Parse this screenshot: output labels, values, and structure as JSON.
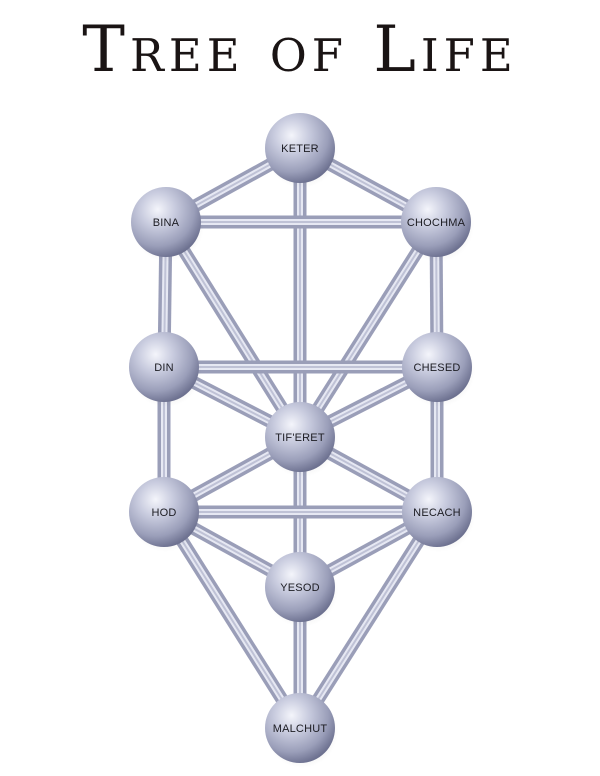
{
  "title": "Tree of Life",
  "nodes": [
    {
      "id": "keter",
      "label": "KETER"
    },
    {
      "id": "bina",
      "label": "BINA"
    },
    {
      "id": "chochma",
      "label": "CHOCHMA"
    },
    {
      "id": "din",
      "label": "DIN"
    },
    {
      "id": "chesed",
      "label": "CHESED"
    },
    {
      "id": "tiferet",
      "label": "TIF'ERET"
    },
    {
      "id": "hod",
      "label": "HOD"
    },
    {
      "id": "necach",
      "label": "NECACH"
    },
    {
      "id": "yesod",
      "label": "YESOD"
    },
    {
      "id": "malchut",
      "label": "MALCHUT"
    }
  ],
  "paths": [
    [
      "keter",
      "bina"
    ],
    [
      "keter",
      "chochma"
    ],
    [
      "keter",
      "tiferet"
    ],
    [
      "bina",
      "chochma"
    ],
    [
      "bina",
      "din"
    ],
    [
      "bina",
      "tiferet"
    ],
    [
      "chochma",
      "chesed"
    ],
    [
      "chochma",
      "tiferet"
    ],
    [
      "din",
      "chesed"
    ],
    [
      "din",
      "tiferet"
    ],
    [
      "din",
      "hod"
    ],
    [
      "chesed",
      "tiferet"
    ],
    [
      "chesed",
      "necach"
    ],
    [
      "tiferet",
      "hod"
    ],
    [
      "tiferet",
      "necach"
    ],
    [
      "tiferet",
      "yesod"
    ],
    [
      "hod",
      "necach"
    ],
    [
      "hod",
      "yesod"
    ],
    [
      "hod",
      "malchut"
    ],
    [
      "necach",
      "yesod"
    ],
    [
      "necach",
      "malchut"
    ],
    [
      "yesod",
      "malchut"
    ]
  ],
  "colors": {
    "sphere_light": "#f4f5fb",
    "sphere_mid": "#b9bdd3",
    "sphere_dark": "#6d7190",
    "path_light": "#e6e8f3",
    "path_dark": "#9a9eb8",
    "title": "#1a1414"
  }
}
